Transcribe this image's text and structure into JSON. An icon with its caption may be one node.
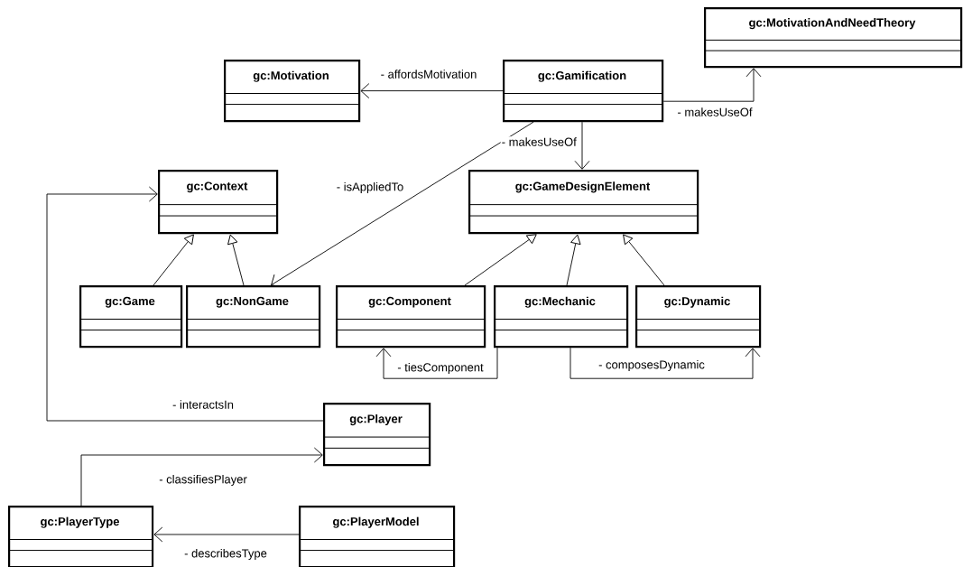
{
  "diagram": {
    "nodes": [
      {
        "text": [
          "gc:Motivation"
        ]
      },
      {
        "text": [
          "gc:Gamification"
        ]
      },
      {
        "text": [
          "gc:MotivationAndNeedTheory"
        ]
      },
      {
        "text": [
          "gc:Context"
        ]
      },
      {
        "text": [
          "gc:GameDesignElement"
        ]
      },
      {
        "text": [
          "gc:Game"
        ]
      },
      {
        "text": [
          "gc:NonGame"
        ]
      },
      {
        "text": [
          "gc:Component"
        ]
      },
      {
        "text": [
          "gc:Mechanic"
        ]
      },
      {
        "text": [
          "gc:Dynamic"
        ]
      },
      {
        "text": [
          "gc:Player"
        ]
      },
      {
        "text": [
          "gc:PlayerType"
        ]
      },
      {
        "text": [
          "gc:PlayerModel"
        ]
      }
    ],
    "edges": [
      {
        "from": 1,
        "to": 0,
        "arrow": "to",
        "label": "- affordsMotivation"
      },
      {
        "from": 1,
        "to": 2,
        "arrow": "to",
        "label": "- makesUseOf"
      },
      {
        "from": 1,
        "to": 4,
        "arrow": "to",
        "label": "- makesUseOf"
      },
      {
        "from": 1,
        "to": 6,
        "arrow": "to",
        "label": "- isAppliedTo"
      },
      {
        "from": 5,
        "to": 3,
        "arrow": "to"
      },
      {
        "from": 6,
        "to": 3,
        "arrow": "to"
      },
      {
        "from": 7,
        "to": 4,
        "arrow": "to"
      },
      {
        "from": 8,
        "to": 4,
        "arrow": "to"
      },
      {
        "from": 9,
        "to": 4,
        "arrow": "to"
      },
      {
        "from": 8,
        "to": 7,
        "arrow": "to",
        "label": "- tiesComponent"
      },
      {
        "from": 8,
        "to": 9,
        "arrow": "to",
        "label": "- composesDynamic"
      },
      {
        "from": 10,
        "to": 3,
        "arrow": "to",
        "label": "- interactsIn"
      },
      {
        "from": 11,
        "to": 10,
        "arrow": "to",
        "label": "- classifiesPlayer"
      },
      {
        "from": 12,
        "to": 11,
        "arrow": "to",
        "label": "- describesType"
      }
    ]
  }
}
